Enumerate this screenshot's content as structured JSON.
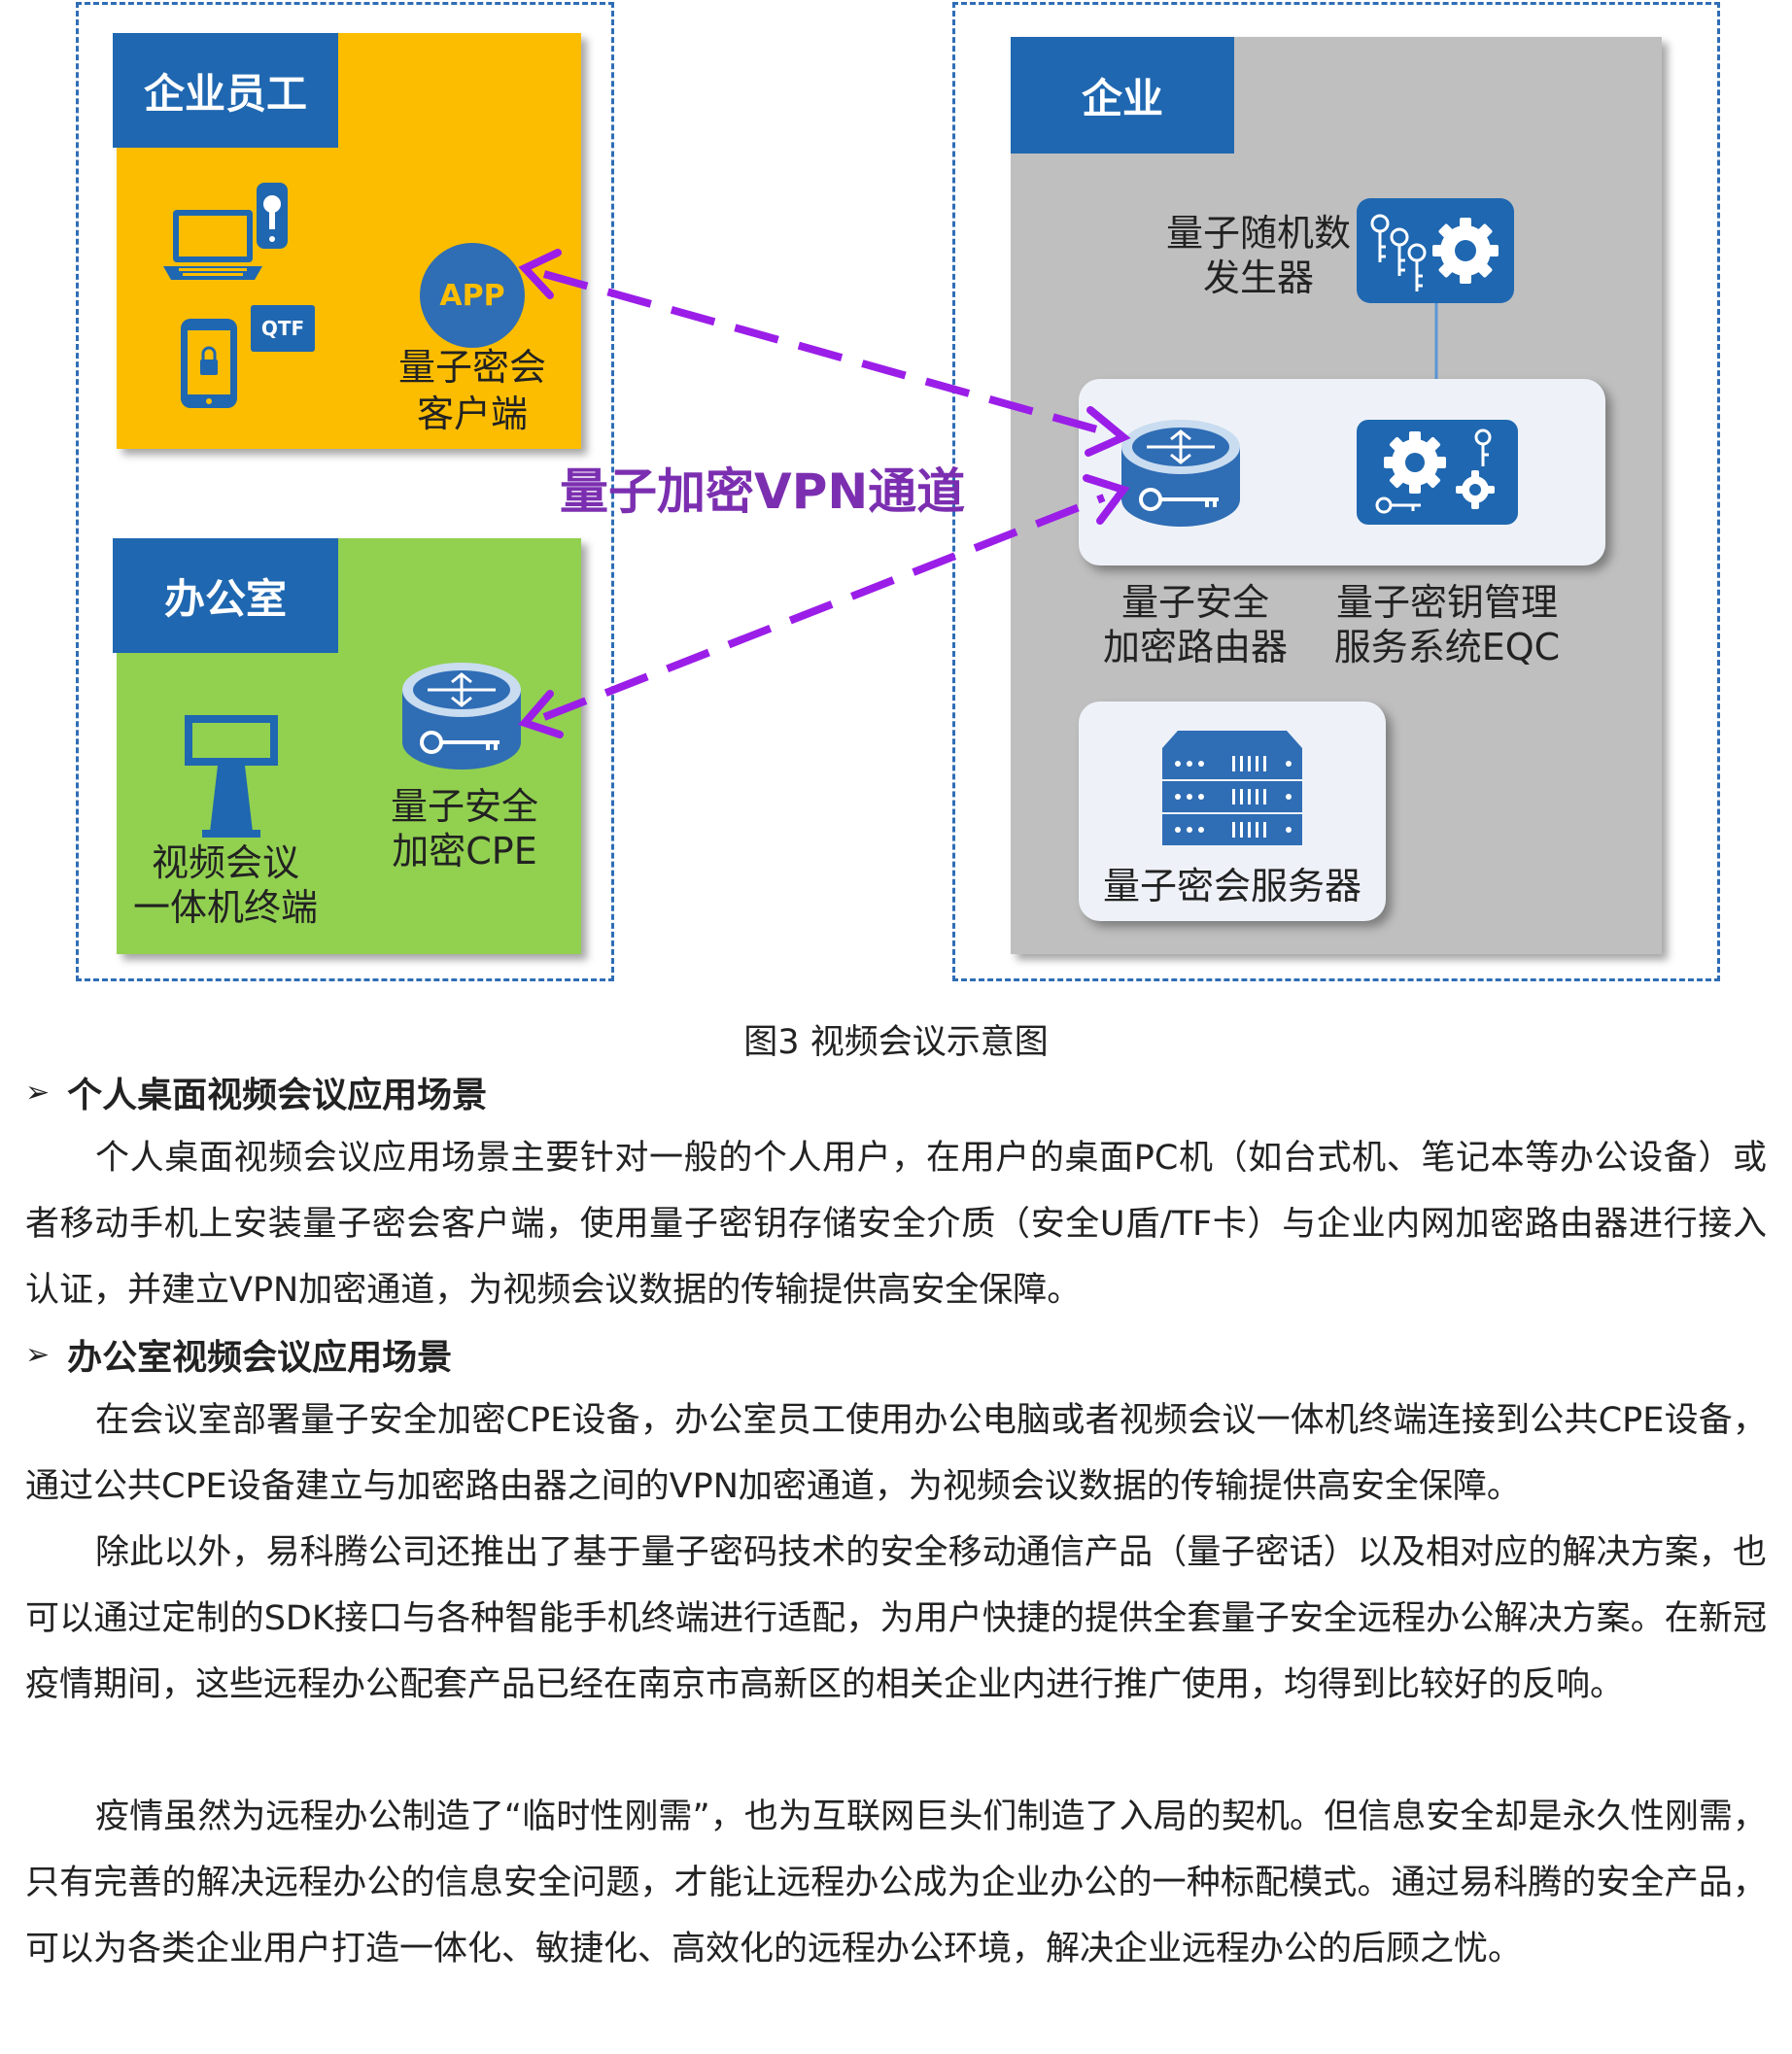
{
  "diagram": {
    "employee_box": {
      "title": "企业员工",
      "app_label": "APP",
      "client_label_1": "量子密会",
      "client_label_2": "客户端",
      "tf_label": "QTF"
    },
    "office_box": {
      "title": "办公室",
      "terminal_label_1": "视频会议",
      "terminal_label_2": "一体机终端",
      "cpe_label_1": "量子安全",
      "cpe_label_2": "加密CPE"
    },
    "channel_label": "量子加密VPN通道",
    "enterprise_box": {
      "title": "企业",
      "rng_label_1": "量子随机数",
      "rng_label_2": "发生器",
      "router_label_1": "量子安全",
      "router_label_2": "加密路由器",
      "eqc_label_1": "量子密钥管理",
      "eqc_label_2": "服务系统EQC",
      "server_label": "量子密会服务器"
    },
    "colors": {
      "employee_bg": "#fcbd00",
      "office_bg": "#92d050",
      "enterprise_bg": "#bfbfbf",
      "label_blue": "#1f67b0",
      "arrow_purple": "#9b1ee8",
      "channel_text": "#7b2fb0",
      "frame_blue": "#2f6db5"
    }
  },
  "caption": "图3 视频会议示意图",
  "section1": {
    "heading": "个人桌面视频会议应用场景",
    "paragraph": "个人桌面视频会议应用场景主要针对一般的个人用户，在用户的桌面PC机（如台式机、笔记本等办公设备）或者移动手机上安装量子密会客户端，使用量子密钥存储安全介质（安全U盾/TF卡）与企业内网加密路由器进行接入认证，并建立VPN加密通道，为视频会议数据的传输提供高安全保障。"
  },
  "section2": {
    "heading": "办公室视频会议应用场景",
    "paragraph": "在会议室部署量子安全加密CPE设备，办公室员工使用办公电脑或者视频会议一体机终端连接到公共CPE设备，通过公共CPE设备建立与加密路由器之间的VPN加密通道，为视频会议数据的传输提供高安全保障。"
  },
  "paragraph3": "除此以外，易科腾公司还推出了基于量子密码技术的安全移动通信产品（量子密话）以及相对应的解决方案，也可以通过定制的SDK接口与各种智能手机终端进行适配，为用户快捷的提供全套量子安全远程办公解决方案。在新冠疫情期间，这些远程办公配套产品已经在南京市高新区的相关企业内进行推广使用，均得到比较好的反响。",
  "paragraph4": "疫情虽然为远程办公制造了“临时性刚需”，也为互联网巨头们制造了入局的契机。但信息安全却是永久性刚需，只有完善的解决远程办公的信息安全问题，才能让远程办公成为企业办公的一种标配模式。通过易科腾的安全产品，可以为各类企业用户打造一体化、敏捷化、高效化的远程办公环境，解决企业远程办公的后顾之忧。"
}
